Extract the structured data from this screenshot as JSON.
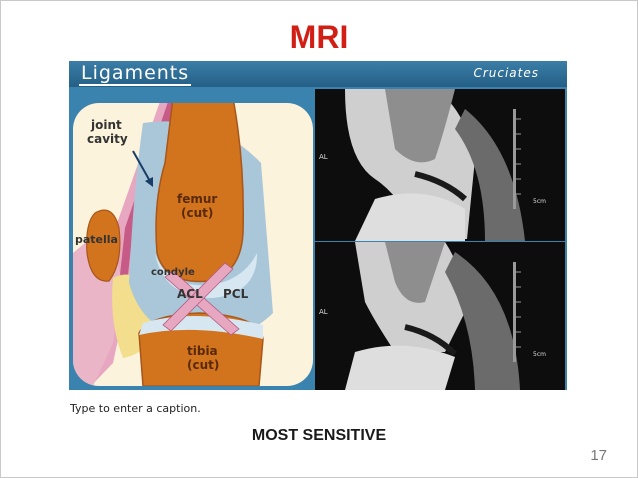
{
  "slide": {
    "title": "MRI",
    "caption": "Type to enter a caption.",
    "subtitle": "MOST SENSITIVE",
    "page_number": "17"
  },
  "figure": {
    "banner_left": "Ligaments",
    "banner_right": "Cruciates",
    "diagram_labels": {
      "joint": "joint",
      "cavity": "cavity",
      "femur": "femur",
      "femur_cut": "(cut)",
      "patella": "patella",
      "condyle": "condyle",
      "acl": "ACL",
      "pcl": "PCL",
      "tibia": "tibia",
      "tibia_cut": "(cut)"
    },
    "mri_labels": {
      "top_al": "AL",
      "top_scale": "5cm",
      "bottom_al": "AL",
      "bottom_scale": "5cm"
    }
  },
  "colors": {
    "title": "#d21f16",
    "banner": "#2a6a92",
    "bone": "#d2731e",
    "cartilage": "#a9c7d9"
  }
}
